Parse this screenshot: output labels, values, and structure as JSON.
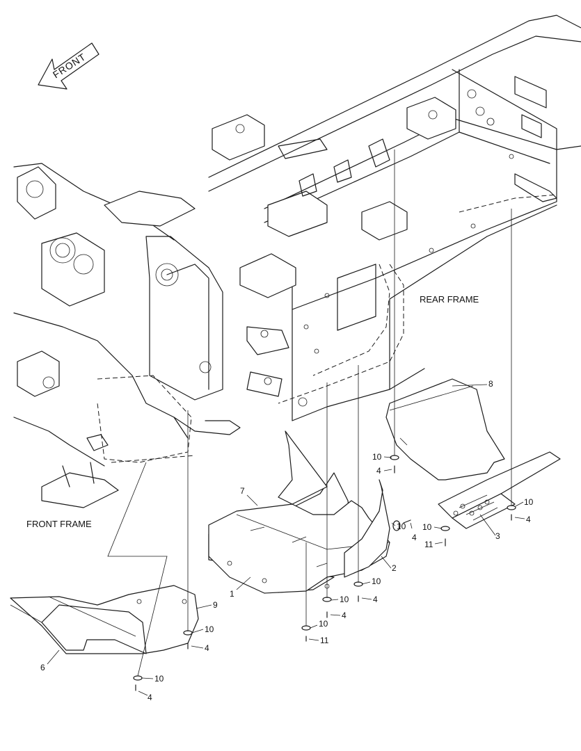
{
  "front_arrow": {
    "label": "FRONT"
  },
  "frame_labels": {
    "rear": "REAR FRAME",
    "front": "FRONT FRAME"
  },
  "callouts": {
    "c1": "1",
    "c2": "2",
    "c3": "3",
    "c4a": "4",
    "c4b": "4",
    "c4c": "4",
    "c4d": "4",
    "c4e": "4",
    "c4f": "4",
    "c4g": "4",
    "c6": "6",
    "c7": "7",
    "c8": "8",
    "c9": "9",
    "c10a": "10",
    "c10b": "10",
    "c10c": "10",
    "c10d": "10",
    "c10e": "10",
    "c10f": "10",
    "c10g": "10",
    "c10h": "10",
    "c10i": "10",
    "c11a": "11",
    "c11b": "11"
  }
}
